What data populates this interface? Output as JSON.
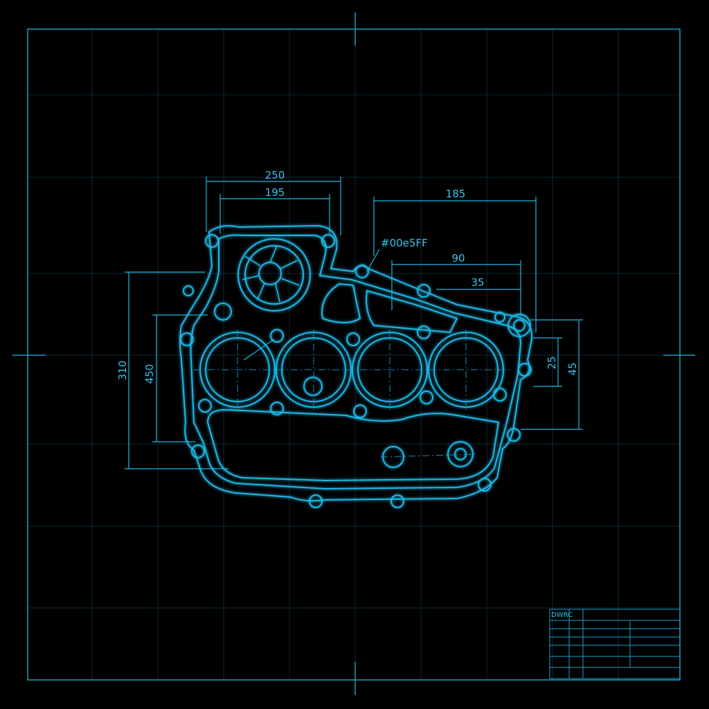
{
  "colors": {
    "background": "#000000",
    "line": "#1fb8e6",
    "glow": "#00e5ff",
    "grid": "#0c2b36",
    "text": "#37c4ee"
  },
  "dimensions": {
    "top_overall": "250",
    "top_inner": "195",
    "top_right": "185",
    "callout": "#00e5FF",
    "mid_right_upper": "90",
    "mid_right_lower": "35",
    "left_outer": "310",
    "left_inner": "450",
    "right_inner": "25",
    "right_outer": "45"
  },
  "title_block": {
    "label": "DWRC"
  }
}
